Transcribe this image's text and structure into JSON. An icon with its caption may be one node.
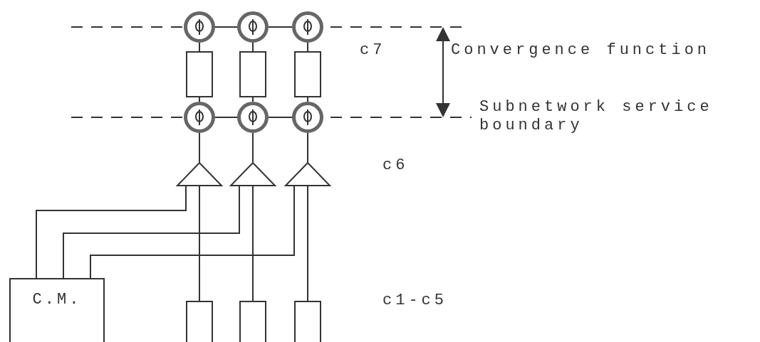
{
  "diagram": {
    "nodes": [
      {
        "text": [],
        "shape": "circle"
      },
      {
        "text": [],
        "shape": "circle"
      },
      {
        "text": [],
        "shape": "circle"
      },
      {
        "text": [],
        "shape": "box"
      },
      {
        "text": [],
        "shape": "box"
      },
      {
        "text": [],
        "shape": "box"
      },
      {
        "text": [],
        "shape": "circle"
      },
      {
        "text": [],
        "shape": "circle"
      },
      {
        "text": [],
        "shape": "circle"
      },
      {
        "text": [],
        "shape": "triangle"
      },
      {
        "text": [],
        "shape": "triangle"
      },
      {
        "text": [],
        "shape": "triangle"
      },
      {
        "text": [
          "C.M."
        ]
      },
      {
        "text": [],
        "shape": "box"
      },
      {
        "text": [],
        "shape": "box"
      },
      {
        "text": [],
        "shape": "box"
      }
    ],
    "edges": [
      {
        "from": 0,
        "to": 1,
        "arrow": "none"
      },
      {
        "from": 1,
        "to": 2,
        "arrow": "none"
      },
      {
        "from": 0,
        "to": 3,
        "arrow": "none"
      },
      {
        "from": 1,
        "to": 4,
        "arrow": "none"
      },
      {
        "from": 2,
        "to": 5,
        "arrow": "none"
      },
      {
        "from": 3,
        "to": 6,
        "arrow": "none"
      },
      {
        "from": 4,
        "to": 7,
        "arrow": "none"
      },
      {
        "from": 5,
        "to": 8,
        "arrow": "none"
      },
      {
        "from": 6,
        "to": 7,
        "arrow": "none"
      },
      {
        "from": 7,
        "to": 8,
        "arrow": "none"
      },
      {
        "from": 6,
        "to": 9,
        "arrow": "none"
      },
      {
        "from": 7,
        "to": 10,
        "arrow": "none"
      },
      {
        "from": 8,
        "to": 11,
        "arrow": "none"
      },
      {
        "from": 9,
        "to": 13,
        "arrow": "none"
      },
      {
        "from": 10,
        "to": 14,
        "arrow": "none"
      },
      {
        "from": 11,
        "to": 15,
        "arrow": "none"
      },
      {
        "from": 12,
        "to": 9,
        "arrow": "none"
      },
      {
        "from": 12,
        "to": 10,
        "arrow": "none"
      },
      {
        "from": 12,
        "to": 11,
        "arrow": "none"
      }
    ],
    "labels": [
      "c7",
      "Convergence function",
      "Subnetwork service boundary",
      "c6",
      "c1-c5"
    ]
  }
}
